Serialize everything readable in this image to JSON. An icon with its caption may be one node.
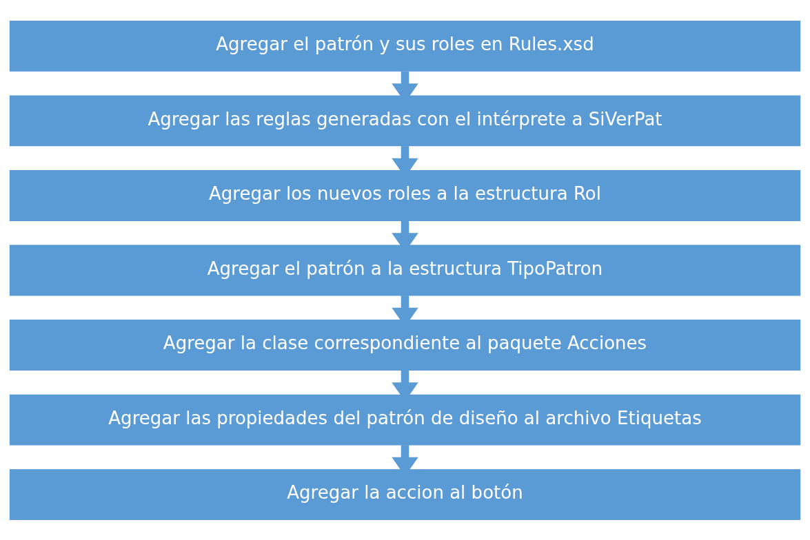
{
  "diagram": {
    "nodes": [
      {
        "text": [
          "Agregar el patrón y sus roles en Rules.xsd"
        ]
      },
      {
        "text": [
          "Agregar las reglas generadas con el intérprete a SiVerPat"
        ]
      },
      {
        "text": [
          "Agregar los nuevos roles a la estructura Rol"
        ]
      },
      {
        "text": [
          "Agregar el patrón a la estructura TipoPatron"
        ]
      },
      {
        "text": [
          "Agregar la clase correspondiente al paquete Acciones"
        ]
      },
      {
        "text": [
          "Agregar las propiedades del patrón de diseño al archivo Etiquetas"
        ]
      },
      {
        "text": [
          "Agregar la accion al botón"
        ]
      }
    ],
    "edges": [
      {
        "from": 0,
        "to": 1,
        "arrow": "to"
      },
      {
        "from": 1,
        "to": 2,
        "arrow": "to"
      },
      {
        "from": 2,
        "to": 3,
        "arrow": "to"
      },
      {
        "from": 3,
        "to": 4,
        "arrow": "to"
      },
      {
        "from": 4,
        "to": 5,
        "arrow": "to"
      },
      {
        "from": 5,
        "to": 6,
        "arrow": "to"
      }
    ]
  }
}
